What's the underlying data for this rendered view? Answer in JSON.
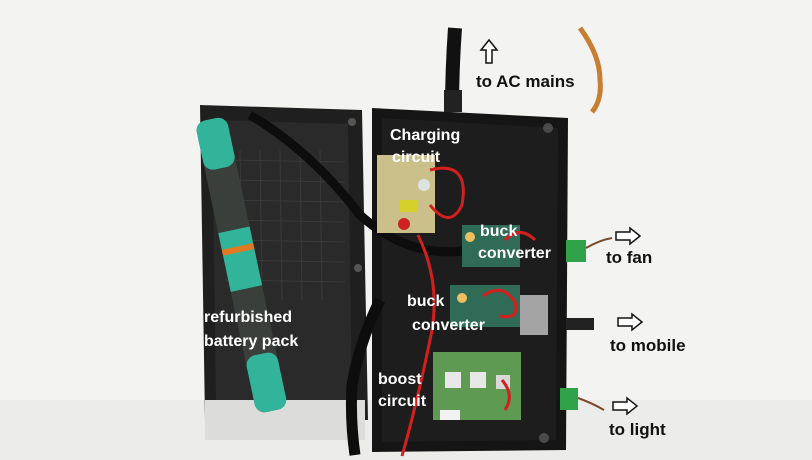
{
  "labels": {
    "ac_mains": "to AC mains",
    "charging_1": "Charging",
    "charging_2": "circuit",
    "buck1_1": "buck",
    "buck1_2": "converter",
    "buck2_1": "buck",
    "buck2_2": "converter",
    "boost_1": "boost",
    "boost_2": "circuit",
    "battery_1": "refurbished",
    "battery_2": "battery pack",
    "fan": "to fan",
    "mobile": "to mobile",
    "light": "to light"
  }
}
